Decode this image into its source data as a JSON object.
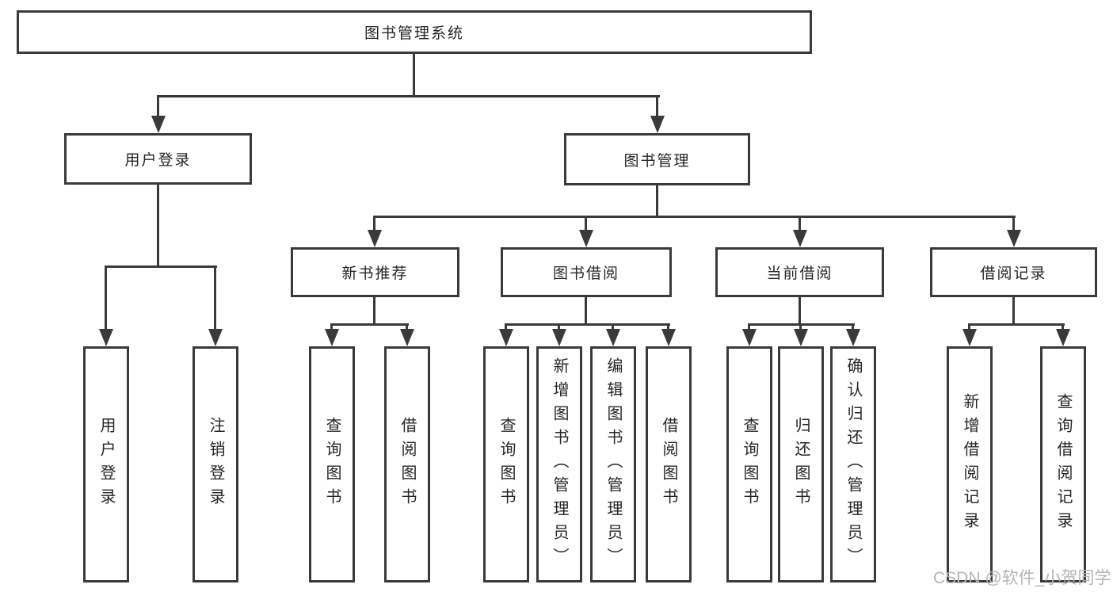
{
  "diagram": {
    "type": "tree",
    "root": {
      "label": "图书管理系统",
      "children": [
        {
          "label": "用户登录",
          "children": [
            {
              "label": "用户登录"
            },
            {
              "label": "注销登录"
            }
          ]
        },
        {
          "label": "图书管理",
          "children": [
            {
              "label": "新书推荐",
              "children": [
                {
                  "label": "查询图书"
                },
                {
                  "label": "借阅图书"
                }
              ]
            },
            {
              "label": "图书借阅",
              "children": [
                {
                  "label": "查询图书"
                },
                {
                  "label": "新增图书（管理员）"
                },
                {
                  "label": "编辑图书（管理员）"
                },
                {
                  "label": "借阅图书"
                }
              ]
            },
            {
              "label": "当前借阅",
              "children": [
                {
                  "label": "查询图书"
                },
                {
                  "label": "归还图书"
                },
                {
                  "label": "确认归还（管理员）"
                }
              ]
            },
            {
              "label": "借阅记录",
              "children": [
                {
                  "label": "新增借阅记录"
                },
                {
                  "label": "查询借阅记录"
                }
              ]
            }
          ]
        }
      ]
    }
  },
  "watermark": {
    "text": "CSDN @软件_小贺同学"
  },
  "colors": {
    "stroke": "#3a3a3a",
    "text": "#262626",
    "watermark": "#b5b5b5",
    "background": "#ffffff"
  }
}
